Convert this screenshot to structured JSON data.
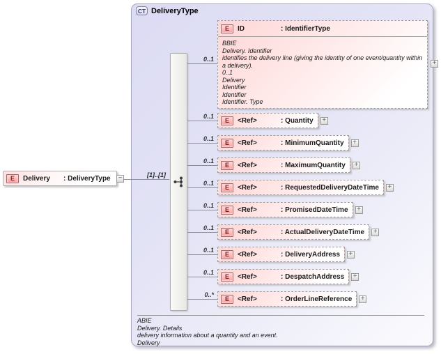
{
  "colors": {
    "canvas_bg": "#ffffff",
    "complex_type_fill_start": "#dcdbf3",
    "complex_type_fill_end": "#fbfbfe",
    "complex_type_border": "#a6a6bd",
    "element_fill_start": "#ffd6d6",
    "element_fill_end": "#ffffff",
    "element_border": "#9f9f9f",
    "element_badge_text": "#7a1f1f",
    "complex_type_badge_text": "#333366",
    "connector_line": "#8f8f8f",
    "compositor_bar_fill": "#efefec"
  },
  "badges": {
    "element": "E",
    "complex_type": "CT"
  },
  "glyphs": {
    "expand": "+",
    "collapse": "−"
  },
  "root_element": {
    "name": "Delivery",
    "type": ": DeliveryType",
    "occurrence_label": "[1]..[1]"
  },
  "complex_type": {
    "title": "DeliveryType",
    "annotation_lines": [
      "ABIE",
      "Delivery. Details",
      "delivery information about a quantity and an event.",
      "Delivery"
    ]
  },
  "id_element": {
    "cardinality": "0..1",
    "name": "ID",
    "type": ": IdentifierType",
    "annotation_lines": [
      "BBIE",
      "Delivery. Identifier",
      "identifies the delivery line (giving the identity of one event/quantity within a delivery).",
      "0..1",
      "Delivery",
      "Identifier",
      "Identifier",
      "Identifier. Type"
    ]
  },
  "ref_elements": [
    {
      "cardinality": "0..1",
      "name": "<Ref>",
      "type": ": Quantity"
    },
    {
      "cardinality": "0..1",
      "name": "<Ref>",
      "type": ": MinimumQuantity"
    },
    {
      "cardinality": "0..1",
      "name": "<Ref>",
      "type": ": MaximumQuantity"
    },
    {
      "cardinality": "0..1",
      "name": "<Ref>",
      "type": ": RequestedDeliveryDateTime"
    },
    {
      "cardinality": "0..1",
      "name": "<Ref>",
      "type": ": PromisedDateTime"
    },
    {
      "cardinality": "0..1",
      "name": "<Ref>",
      "type": ": ActualDeliveryDateTime"
    },
    {
      "cardinality": "0..1",
      "name": "<Ref>",
      "type": ": DeliveryAddress"
    },
    {
      "cardinality": "0..1",
      "name": "<Ref>",
      "type": ": DespatchAddress"
    },
    {
      "cardinality": "0..*",
      "name": "<Ref>",
      "type": ": OrderLineReference"
    }
  ]
}
